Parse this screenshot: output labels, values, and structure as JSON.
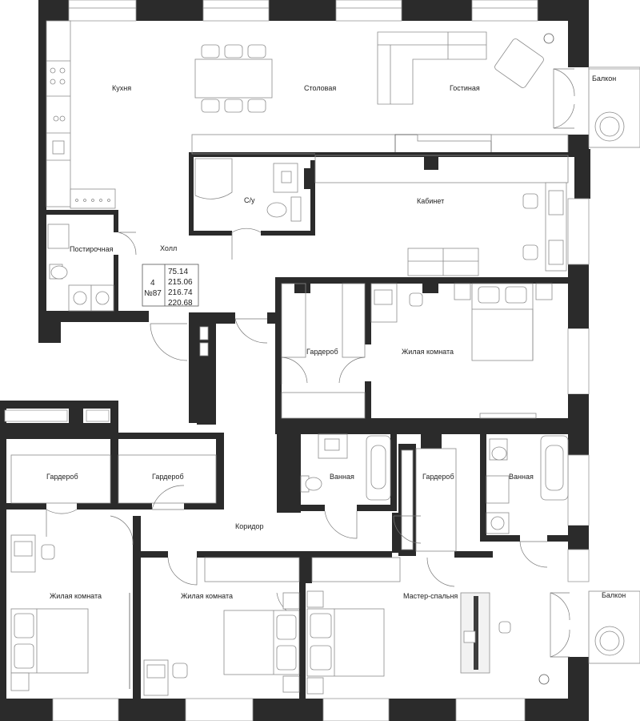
{
  "rooms": {
    "kitchen": "Кухня",
    "dining": "Столовая",
    "living": "Гостиная",
    "balcony_top": "Балкон",
    "wc": "С/у",
    "study": "Кабинет",
    "laundry": "Постирочная",
    "hall": "Холл",
    "wardrobe_mid": "Гардероб",
    "bedroom_mid": "Жилая комната",
    "wardrobe_left": "Гардероб",
    "wardrobe_left2": "Гардероб",
    "bathroom_mid": "Ванная",
    "wardrobe_right": "Гардероб",
    "bathroom_right": "Ванная",
    "corridor": "Коридор",
    "bedroom_left": "Жилая комната",
    "bedroom_center": "Жилая комната",
    "master": "Мастер-спальня",
    "balcony_bottom": "Балкон"
  },
  "info": {
    "rooms_count": "4",
    "number": "№87",
    "area_1": "75.14",
    "area_2": "215.06",
    "area_3": "216.74",
    "area_4": "220.68"
  },
  "colors": {
    "wall": "#2b2b2b",
    "line": "#8c8c8c",
    "background": "#ffffff"
  }
}
